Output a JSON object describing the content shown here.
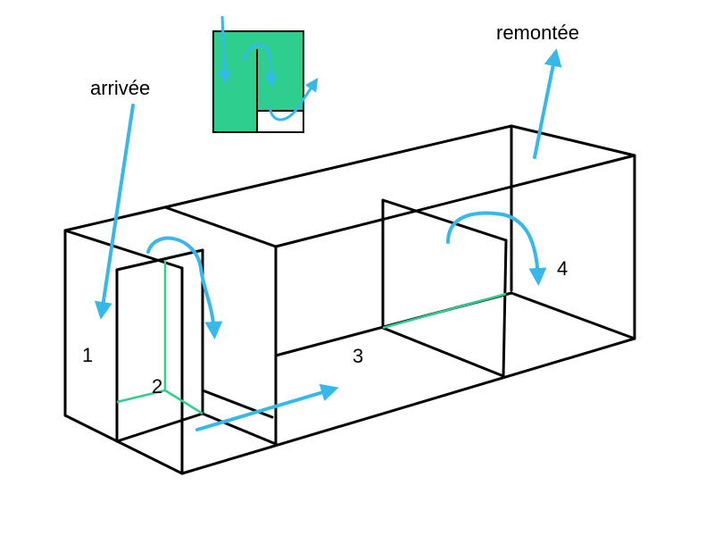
{
  "labels": {
    "arrivee": "arrivée",
    "remontee": "remontée",
    "zone_1": "1",
    "zone_2": "2",
    "zone_3": "3",
    "zone_4": "4"
  },
  "colors": {
    "outline": "#000000",
    "flow_arrow": "#35b8ea",
    "baffle_base": "#2ecf8e",
    "inset_fill": "#2ecf8e",
    "background": "#ffffff"
  }
}
